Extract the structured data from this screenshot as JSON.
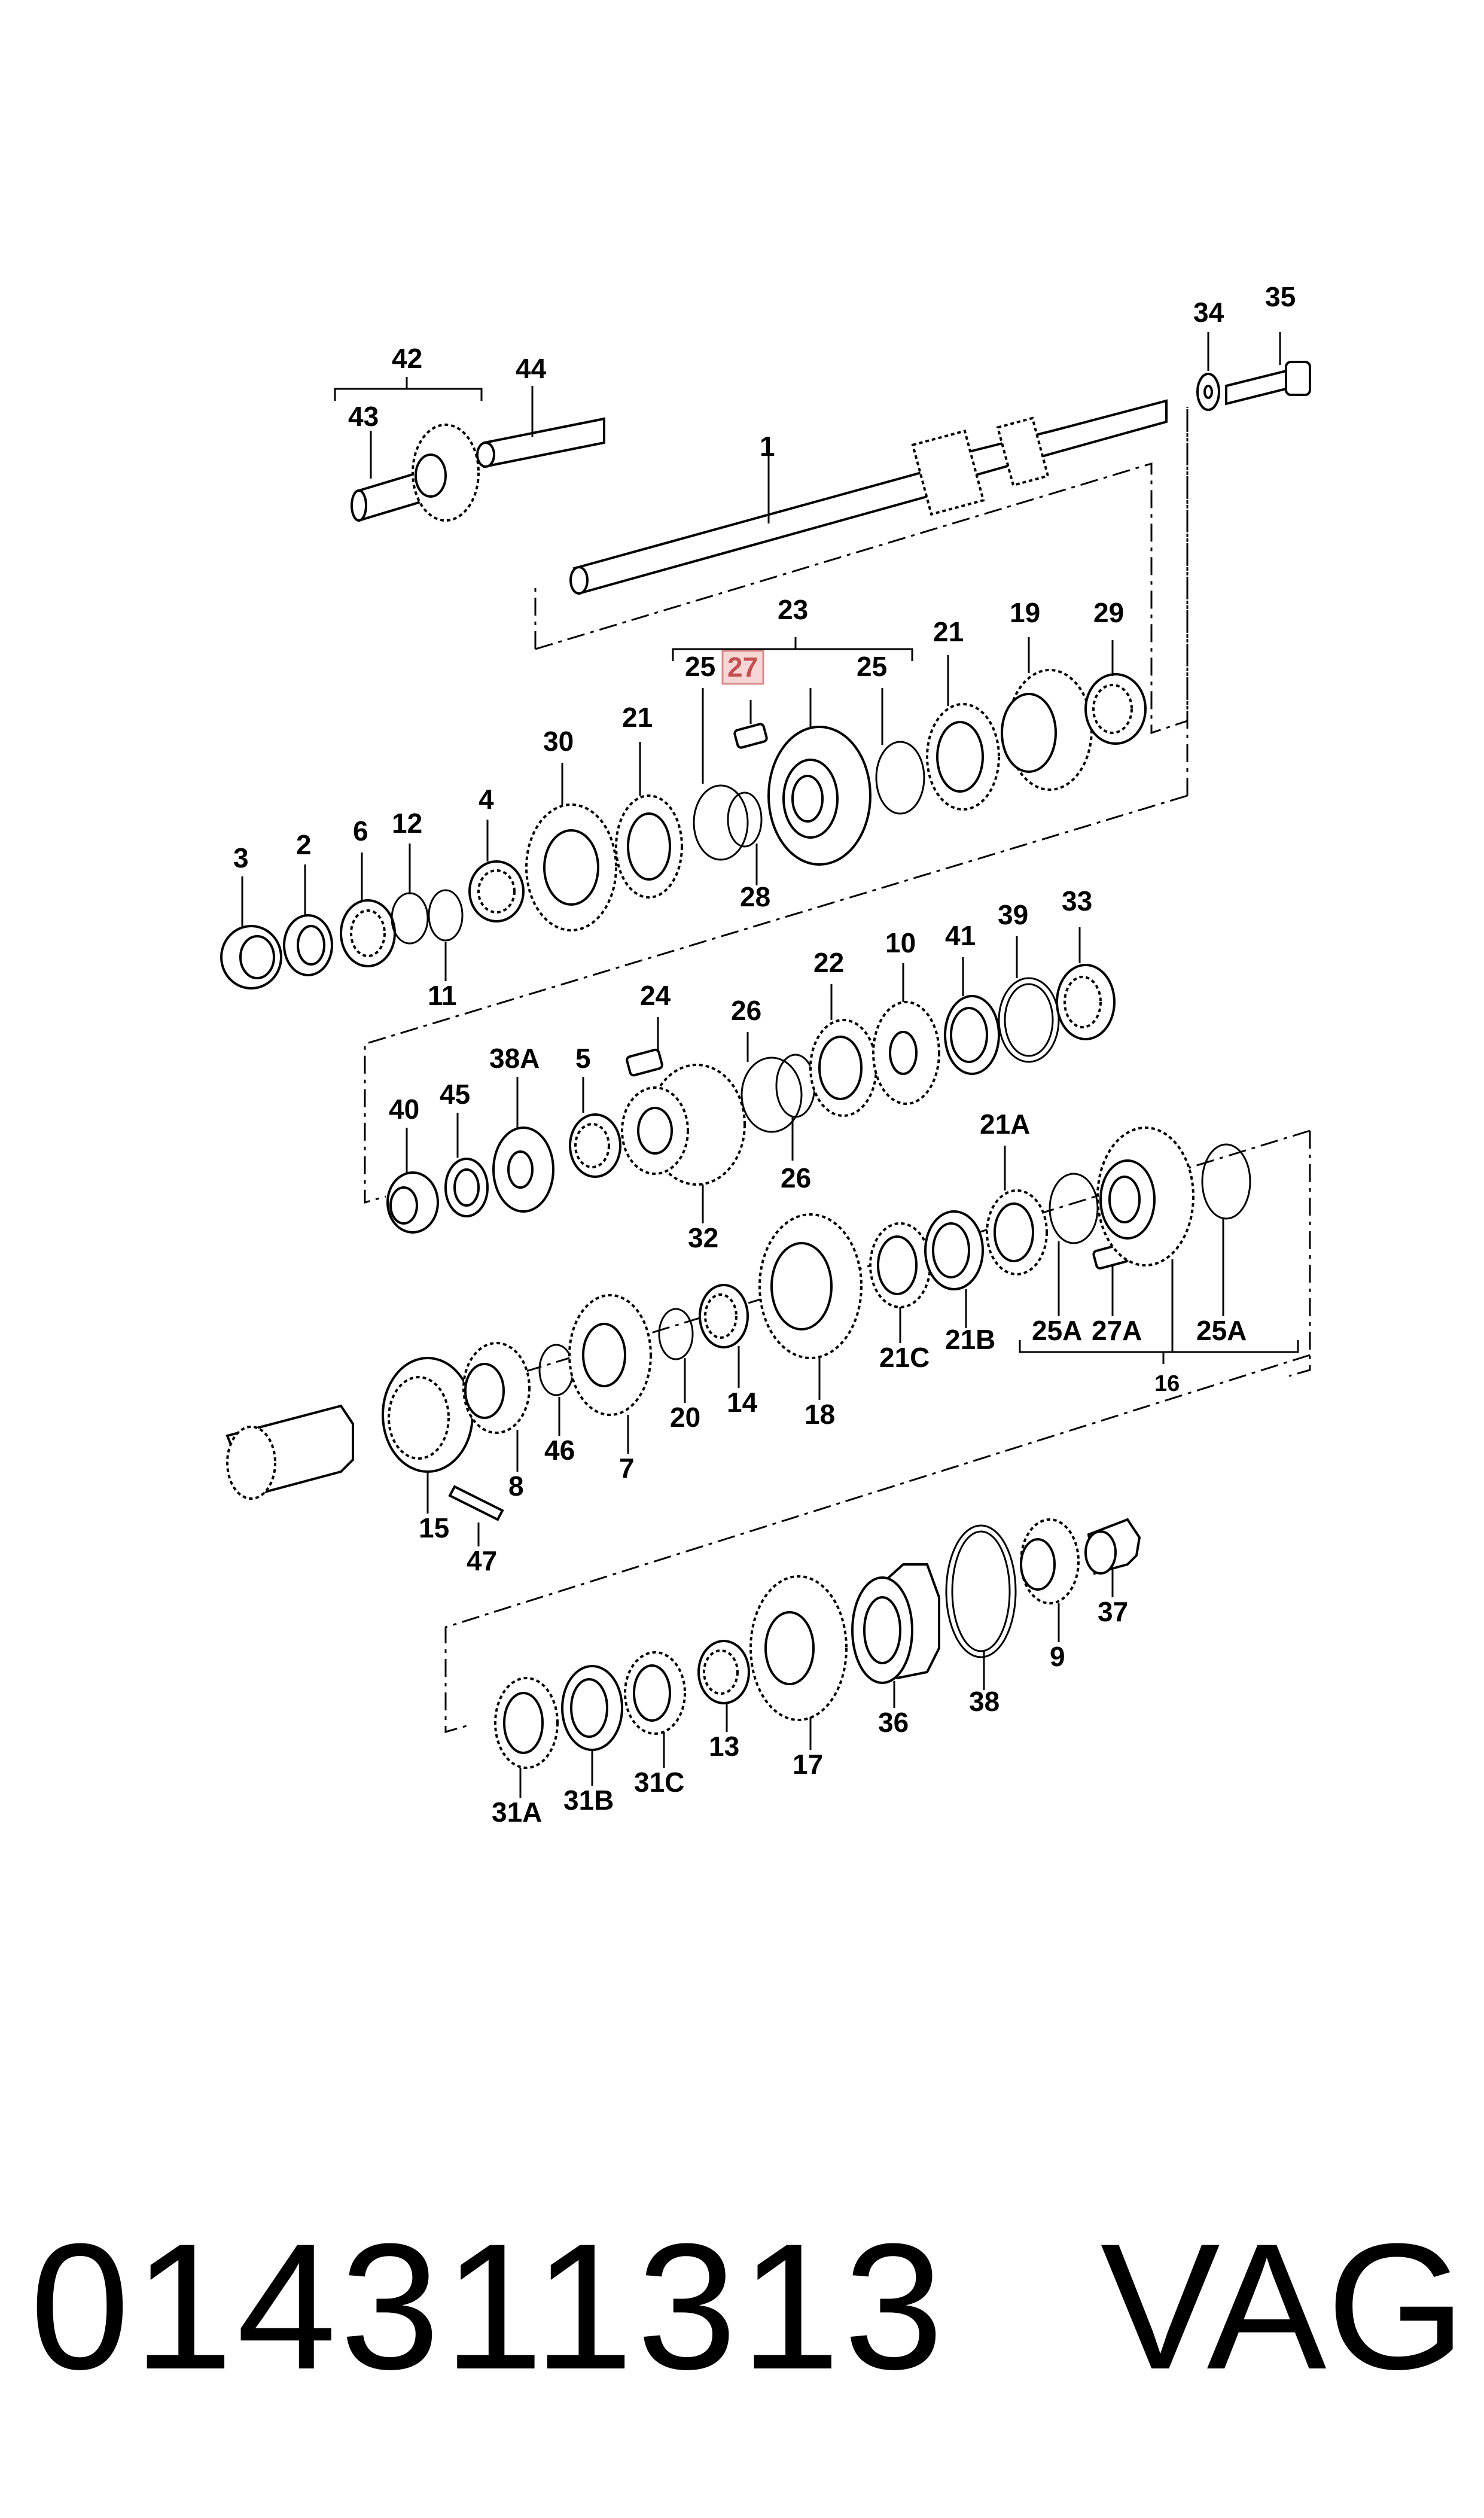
{
  "highlighted_label": "27",
  "labels": {
    "l1": "1",
    "l2": "2",
    "l3": "3",
    "l4": "4",
    "l5": "5",
    "l6": "6",
    "l7": "7",
    "l8": "8",
    "l9": "9",
    "l10": "10",
    "l11": "11",
    "l12": "12",
    "l13": "13",
    "l14": "14",
    "l15": "15",
    "l16": "16",
    "l17": "17",
    "l18": "18",
    "l19": "19",
    "l20": "20",
    "l21a": "21",
    "l21b": "21",
    "l21A": "21A",
    "l21B": "21B",
    "l21C": "21C",
    "l22": "22",
    "l23": "23",
    "l24": "24",
    "l25a": "25",
    "l25b": "25",
    "l25A1": "25A",
    "l25A2": "25A",
    "l26a": "26",
    "l26b": "26",
    "l27": "27",
    "l27A": "27A",
    "l28": "28",
    "l29": "29",
    "l30": "30",
    "l31A": "31A",
    "l31B": "31B",
    "l31C": "31C",
    "l32": "32",
    "l33": "33",
    "l34": "34",
    "l35": "35",
    "l36": "36",
    "l37": "37",
    "l38": "38",
    "l38A": "38A",
    "l39": "39",
    "l40": "40",
    "l41": "41",
    "l42": "42",
    "l43": "43",
    "l44": "44",
    "l45": "45",
    "l46": "46",
    "l47": "47"
  },
  "footer": {
    "part_number": "014311313",
    "brand": "VAG"
  }
}
